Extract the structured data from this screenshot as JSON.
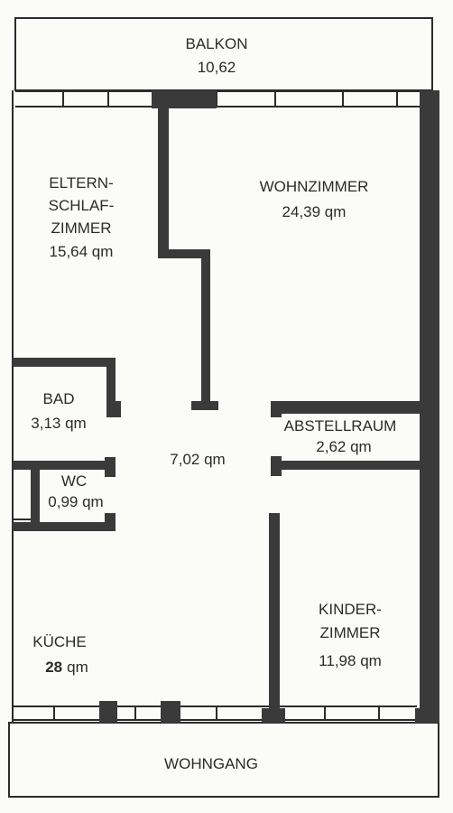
{
  "rooms": {
    "balkon": {
      "name": [
        "BALKON"
      ],
      "area": "10,62"
    },
    "schlaf": {
      "name": [
        "ELTERN-",
        "SCHLAF-",
        "ZIMMER"
      ],
      "area": "15,64 qm"
    },
    "wohn": {
      "name": [
        "WOHNZIMMER"
      ],
      "area": "24,39 qm"
    },
    "bad": {
      "name": [
        "BAD"
      ],
      "area": "3,13 qm"
    },
    "flur": {
      "name": [],
      "area": "7,02 qm"
    },
    "abstellraum": {
      "name": [
        "ABSTELLRAUM"
      ],
      "area": "2,62 qm"
    },
    "wc": {
      "name": [
        "WC"
      ],
      "area": "0,99 qm"
    },
    "kueche": {
      "name": [
        "KÜCHE"
      ],
      "area_value": "28",
      "area_unit": "qm"
    },
    "kinder": {
      "name": [
        "KINDER-",
        "ZIMMER"
      ],
      "area": "11,98 qm"
    },
    "wohngang": {
      "name": [
        "WOHNGANG"
      ]
    }
  },
  "colors": {
    "wall": "#3a3a3a",
    "line": "#2b2b2b",
    "paper": "#fbfbf8"
  }
}
